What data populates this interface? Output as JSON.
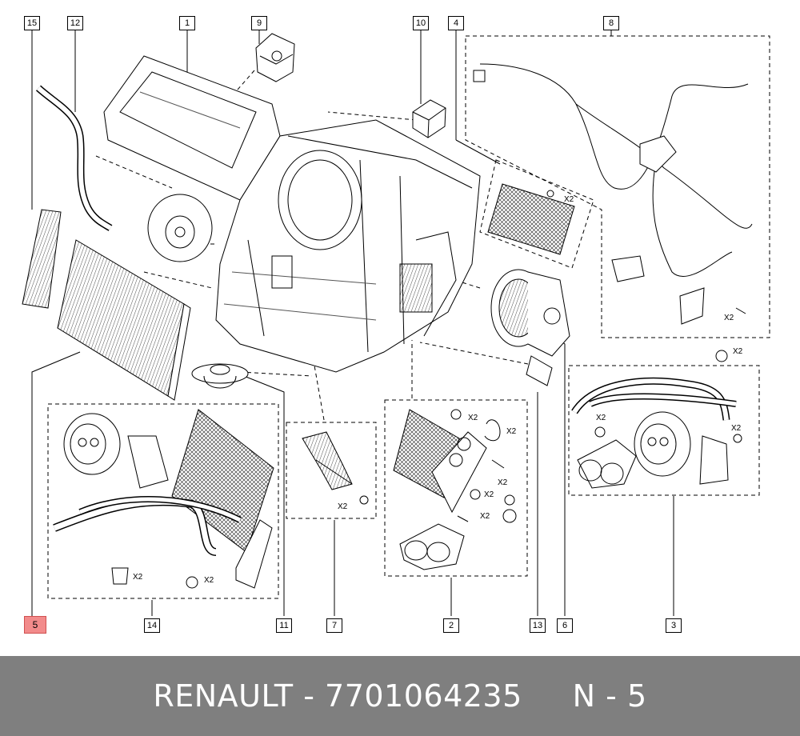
{
  "callouts": {
    "c1": "1",
    "c2": "2",
    "c3": "3",
    "c4": "4",
    "c5": "5",
    "c6": "6",
    "c7": "7",
    "c8": "8",
    "c9": "9",
    "c10": "10",
    "c11": "11",
    "c12": "12",
    "c13": "13",
    "c14": "14",
    "c15": "15"
  },
  "highlighted_callout": "5",
  "quantity_label": "X2",
  "colors": {
    "highlight": "#f28b8b",
    "footer_bg": "#7f7f7f",
    "footer_text": "#ffffff"
  },
  "footer": {
    "brand": "RENAULT",
    "part_number": "7701064235",
    "position": "N - 5",
    "text": "RENAULT - 7701064235     N - 5"
  }
}
